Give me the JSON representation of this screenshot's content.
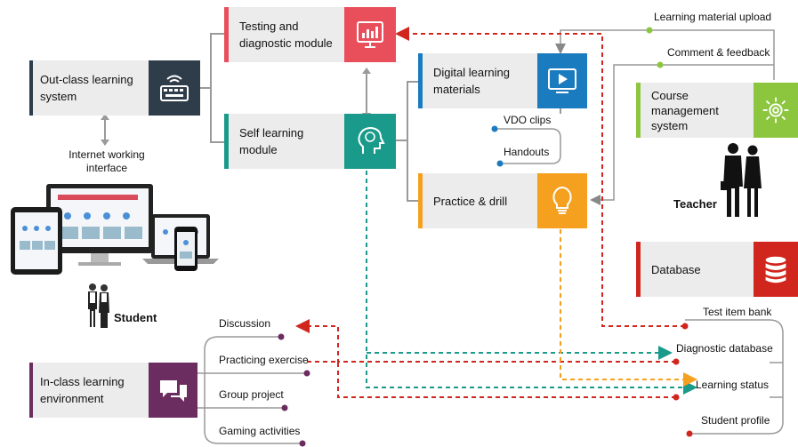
{
  "modules": {
    "out_class": "Out-class learning system",
    "testing": "Testing and diagnostic module",
    "self_learning": "Self learning module",
    "digital_materials": "Digital learning materials",
    "practice": "Practice & drill",
    "course_mgmt": "Course management system",
    "database": "Database",
    "in_class": "In-class learning environment"
  },
  "labels": {
    "internet": "Internet working interface",
    "student": "Student",
    "teacher": "Teacher",
    "material_upload": "Learning material upload",
    "comment_feedback": "Comment & feedback",
    "vdo_clips": "VDO clips",
    "handouts": "Handouts"
  },
  "database_items": [
    "Test item bank",
    "Diagnostic database",
    "Learning status",
    "Student profile"
  ],
  "activities": [
    "Discussion",
    "Practicing exercise",
    "Group project",
    "Gaming activities"
  ],
  "colors": {
    "red": "#e94e5b",
    "teal": "#1a9a8a",
    "blue": "#1b7bbf",
    "orange": "#f5a01f",
    "green": "#8cc63f",
    "dbred": "#d0261d",
    "purple": "#6b2c5f",
    "dark": "#2f3d4a"
  }
}
